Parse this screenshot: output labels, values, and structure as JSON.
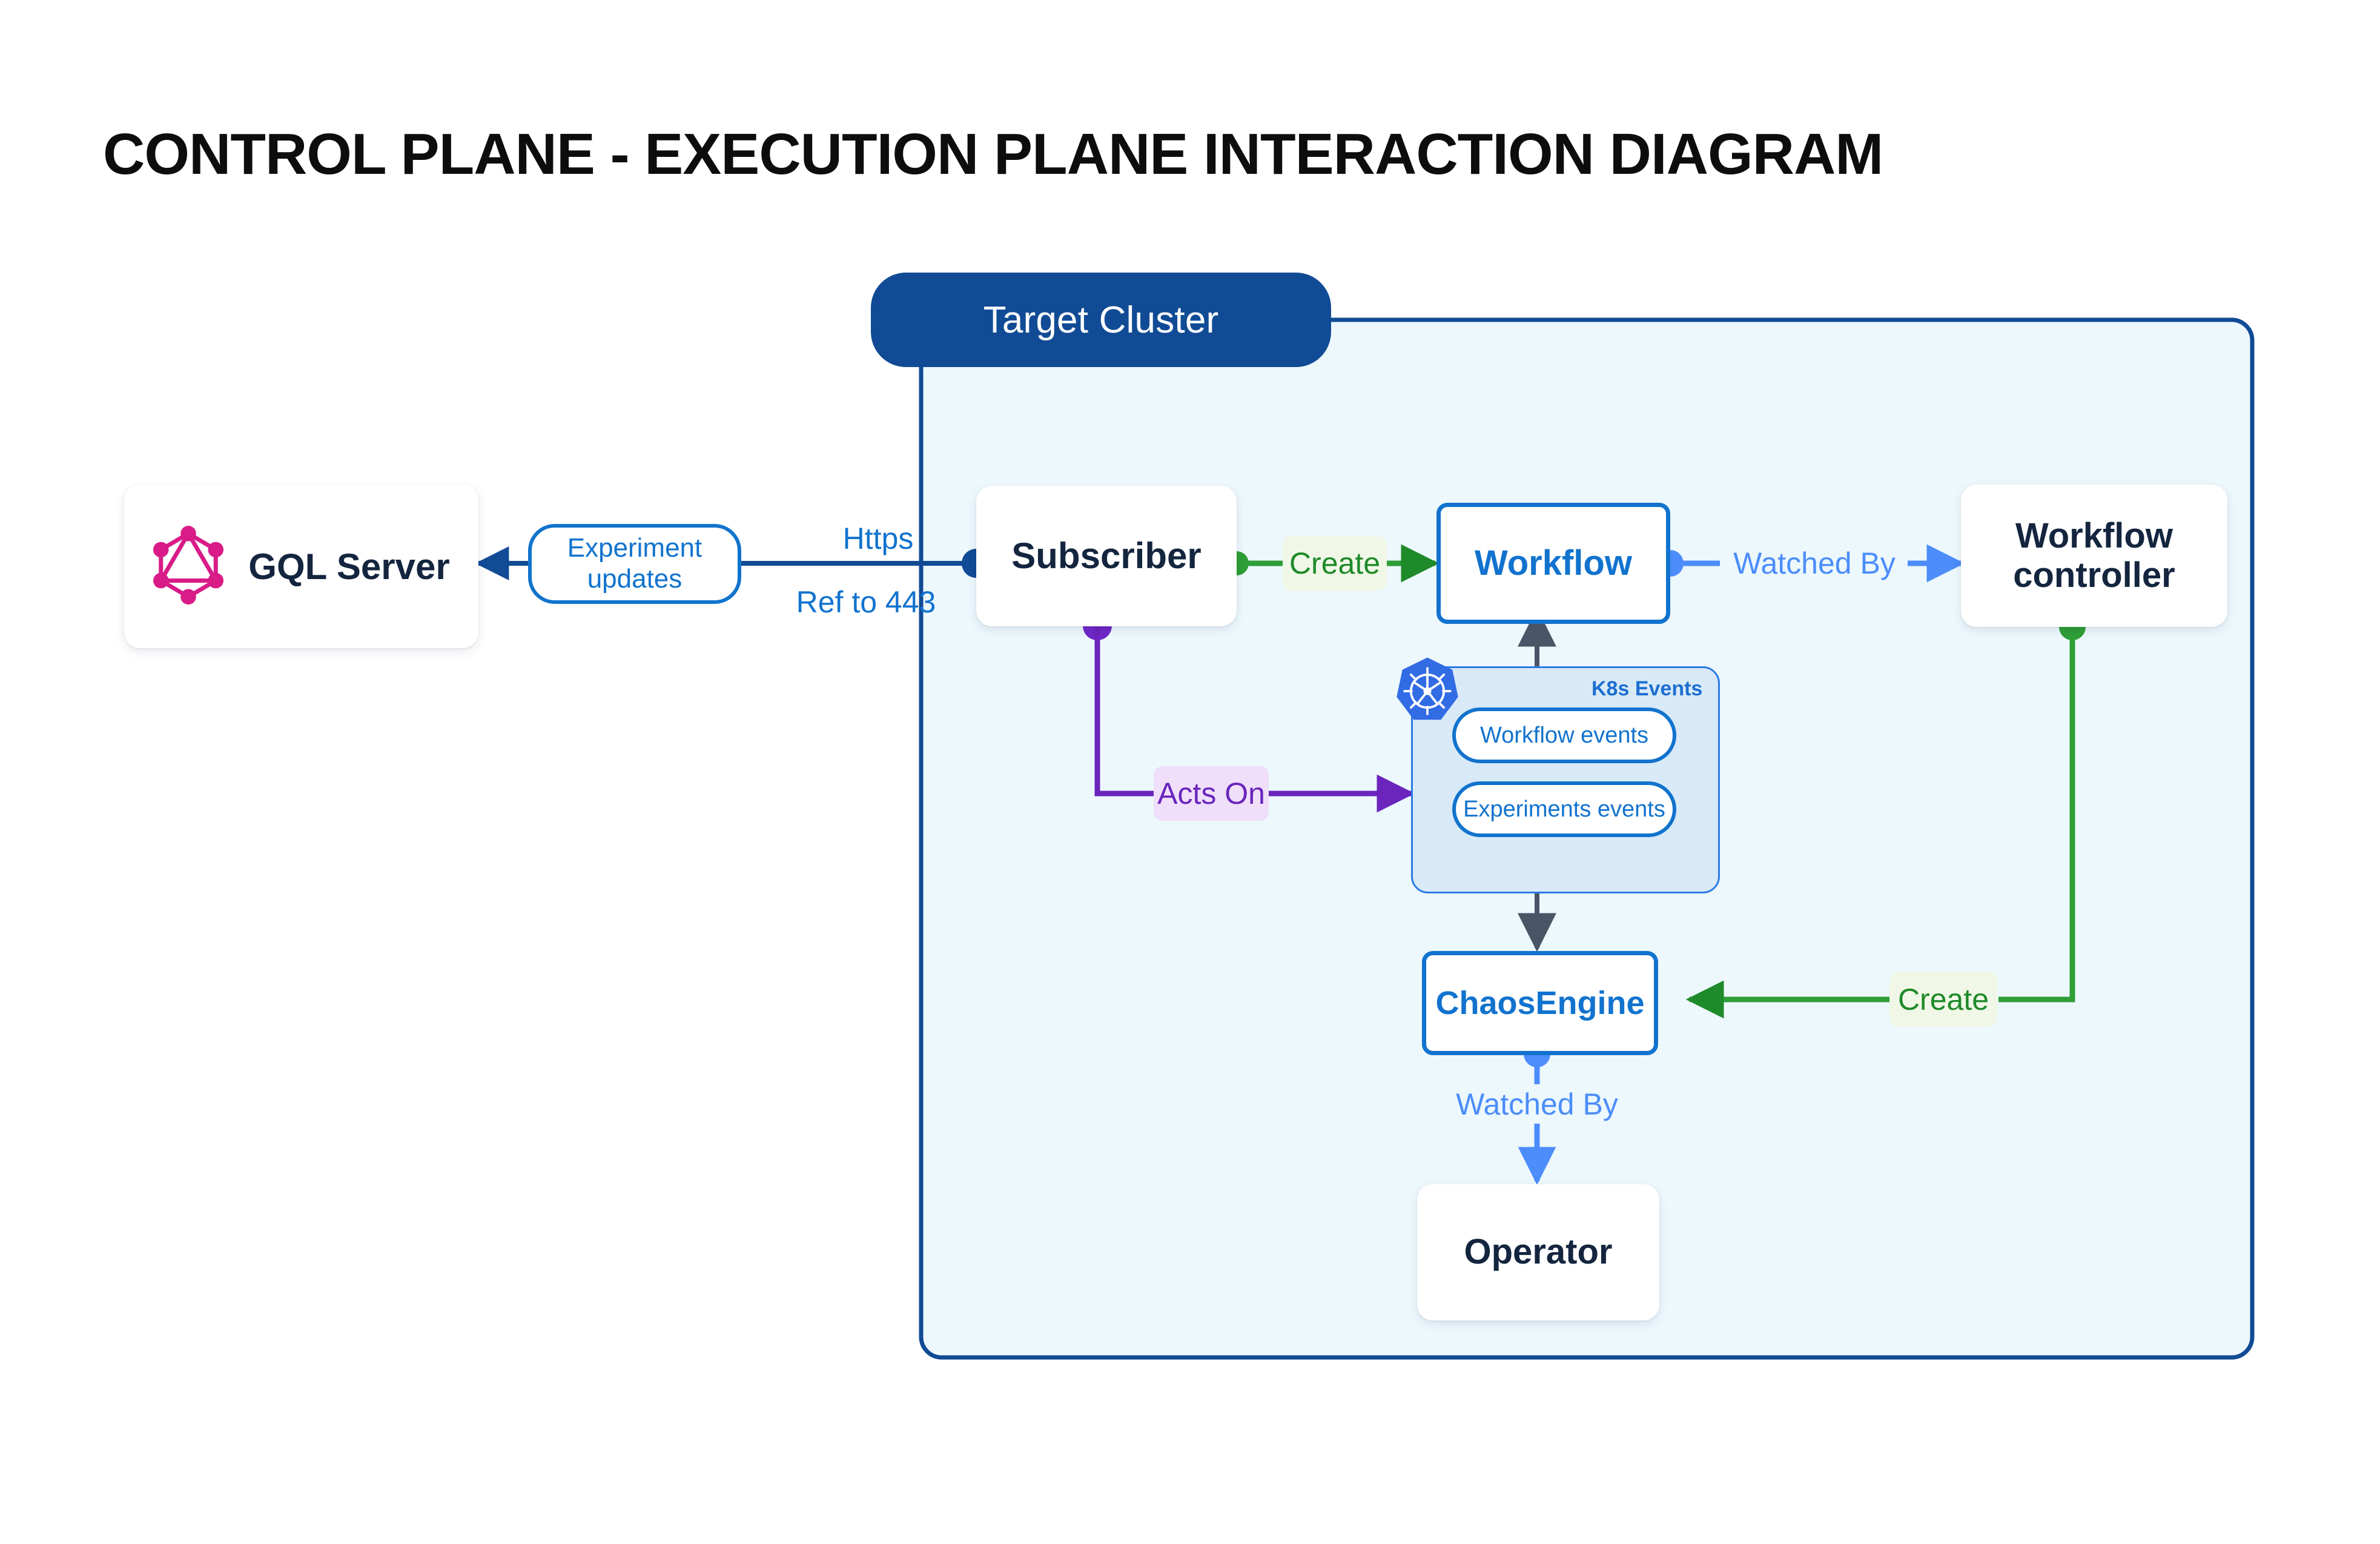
{
  "page": {
    "title": "CONTROL PLANE - EXECUTION PLANE INTERACTION DIAGRAM",
    "background": "#ffffff"
  },
  "colors": {
    "cluster_header": "#114B95",
    "cluster_fill": "#EDF8FD",
    "cluster_border": "#114B95",
    "node_text": "#14253f",
    "accent_blue": "#1173CE",
    "light_blue": "#4C8DFB",
    "green": "#1E8A29",
    "purple": "#6B25BD",
    "graphql_pink": "#D81B87",
    "k8s_blue": "#326CE5",
    "k8s_panel_fill": "#D8E9F8",
    "gray_edge": "#4A5568"
  },
  "cluster": {
    "header_label": "Target Cluster"
  },
  "nodes": {
    "gql_server": {
      "label": "GQL Server",
      "icon": "graphql-icon"
    },
    "subscriber": {
      "label": "Subscriber"
    },
    "workflow": {
      "label": "Workflow"
    },
    "workflow_controller": {
      "label": "Workflow\ncontroller",
      "line1": "Workflow",
      "line2": "controller"
    },
    "chaos_engine": {
      "label": "ChaosEngine"
    },
    "operator": {
      "label": "Operator"
    }
  },
  "k8s_events": {
    "caption": "K8s Events",
    "icon": "kubernetes-icon",
    "items": [
      {
        "label": "Workflow events"
      },
      {
        "label": "Experiments events"
      }
    ]
  },
  "edges": {
    "experiment_updates": {
      "line1": "Experiment",
      "line2": "updates"
    },
    "https": {
      "label": "Https"
    },
    "ref_to_443": {
      "label": "Ref to 443"
    },
    "create_workflow": {
      "label": "Create"
    },
    "watched_by_controller": {
      "label": "Watched By"
    },
    "acts_on": {
      "label": "Acts On"
    },
    "create_chaosengine": {
      "label": "Create"
    },
    "watched_by_operator": {
      "label": "Watched By"
    }
  }
}
